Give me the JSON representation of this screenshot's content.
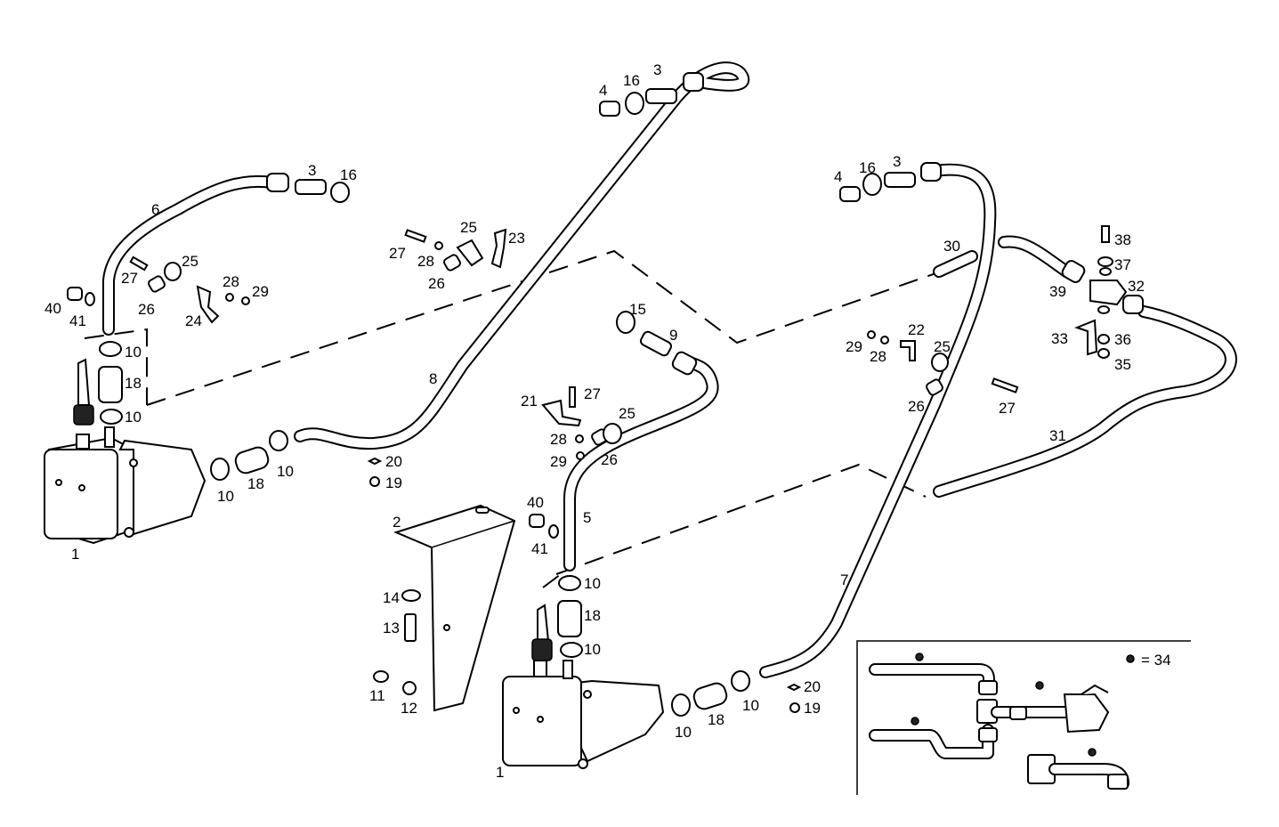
{
  "labels": {
    "p1a": "1",
    "p1b": "1",
    "p2": "2",
    "p3a": "3",
    "p3b": "3",
    "p3c": "3",
    "p4a": "4",
    "p4b": "4",
    "p5": "5",
    "p6": "6",
    "p7": "7",
    "p8": "8",
    "p9": "9",
    "p10a": "10",
    "p10b": "10",
    "p10c": "10",
    "p10d": "10",
    "p10e": "10",
    "p10f": "10",
    "p10g": "10",
    "p10h": "10",
    "p11": "11",
    "p12": "12",
    "p13": "13",
    "p14": "14",
    "p15": "15",
    "p16a": "16",
    "p16b": "16",
    "p16c": "16",
    "p18a": "18",
    "p18b": "18",
    "p18c": "18",
    "p18d": "18",
    "p19a": "19",
    "p19b": "19",
    "p20a": "20",
    "p20b": "20",
    "p21": "21",
    "p22": "22",
    "p23": "23",
    "p24": "24",
    "p25a": "25",
    "p25b": "25",
    "p25c": "25",
    "p25d": "25",
    "p26a": "26",
    "p26b": "26",
    "p26c": "26",
    "p26d": "26",
    "p27a": "27",
    "p27b": "27",
    "p27c": "27",
    "p27d": "27",
    "p28a": "28",
    "p28b": "28",
    "p28c": "28",
    "p28d": "28",
    "p29a": "29",
    "p29b": "29",
    "p29c": "29",
    "p30": "30",
    "p31": "31",
    "p32": "32",
    "p33": "33",
    "p35": "35",
    "p36": "36",
    "p37": "37",
    "p38": "38",
    "p39": "39",
    "p40a": "40",
    "p40b": "40",
    "p41a": "41",
    "p41b": "41"
  },
  "inset": {
    "legend": "= 34"
  }
}
